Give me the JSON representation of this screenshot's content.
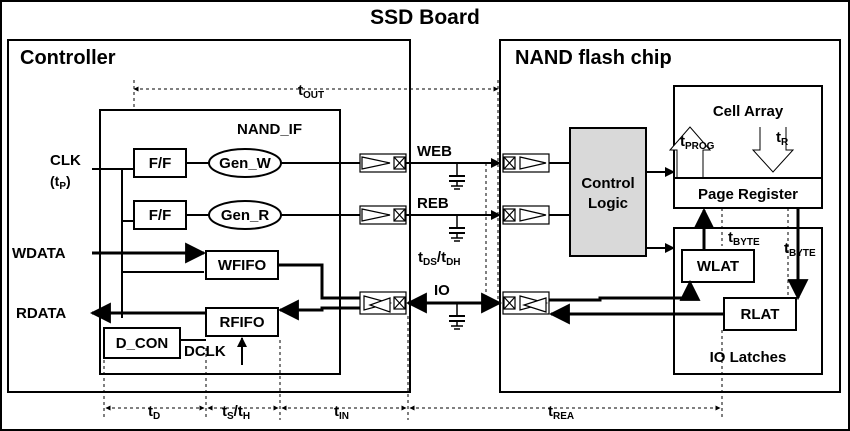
{
  "board_title": "SSD Board",
  "controller": {
    "title": "Controller",
    "nand_if_label": "NAND_IF",
    "ff_top": "F/F",
    "ff_bottom": "F/F",
    "gen_w": "Gen_W",
    "gen_r": "Gen_R",
    "wfifo": "WFIFO",
    "rfifo": "RFIFO",
    "d_con": "D_CON",
    "dclk": "DCLK"
  },
  "inputs": {
    "clk": "CLK",
    "clk_param_open": "(t",
    "clk_param_sub": "P",
    "clk_param_close": ")",
    "wdata": "WDATA",
    "rdata": "RDATA"
  },
  "signals": {
    "web": "WEB",
    "reb": "REB",
    "io": "IO",
    "tds_base": "t",
    "tds_sub": "DS",
    "tds_sep": "/t",
    "tdh_sub": "DH"
  },
  "nand_chip": {
    "title": "NAND flash chip",
    "control_logic_line1": "Control",
    "control_logic_line2": "Logic",
    "cell_array": "Cell Array",
    "tprog_base": "t",
    "tprog_sub": "PROG",
    "tr_base": "t",
    "tr_sub": "R",
    "page_register": "Page Register",
    "tbyte1_base": "t",
    "tbyte1_sub": "BYTE",
    "tbyte2_base": "t",
    "tbyte2_sub": "BYTE",
    "wlat": "WLAT",
    "rlat": "RLAT",
    "io_latches": "IO Latches"
  },
  "timing": {
    "tout_base": "t",
    "tout_sub": "OUT",
    "td_base": "t",
    "td_sub": "D",
    "ts_base": "t",
    "ts_sub": "S",
    "ts_sep": "/t",
    "th_sub": "H",
    "tin_base": "t",
    "tin_sub": "IN",
    "trea_base": "t",
    "trea_sub": "REA"
  }
}
